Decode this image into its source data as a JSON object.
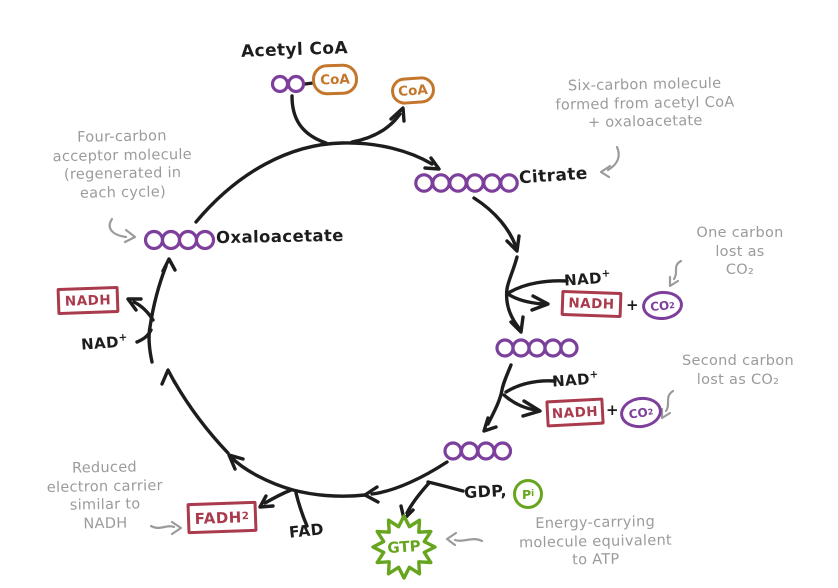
{
  "labels": {
    "acetyl_coa": "Acetyl CoA",
    "citrate": "Citrate",
    "oxaloacetate": "Oxaloacetate",
    "coa": "CoA",
    "fad": "FAD",
    "gdp": "GDP,",
    "gtp": "GTP",
    "nadh": "NADH",
    "plus": "+",
    "nad_plus": {
      "base": "NAD",
      "sup": "+"
    },
    "co2": {
      "base": "CO",
      "sub": "2"
    },
    "fadh2": {
      "base": "FADH",
      "sub": "2"
    },
    "pi": {
      "base": "P",
      "sub": "i"
    }
  },
  "annotations": {
    "six_carbon": [
      "Six-carbon molecule",
      "formed from acetyl CoA",
      "+ oxaloacetate"
    ],
    "four_carbon": [
      "Four-carbon",
      "acceptor molecule",
      "(regenerated in",
      "each cycle)"
    ],
    "one_carbon": [
      "One carbon",
      "lost as",
      "CO₂"
    ],
    "second_carbon": [
      "Second carbon",
      "lost as CO₂"
    ],
    "energy": [
      "Energy-carrying",
      "molecule equivalent",
      "to ATP"
    ],
    "reduced": [
      "Reduced",
      "electron carrier",
      "similar to",
      "NADH"
    ]
  },
  "molecules": {
    "acetyl": {
      "carbons": 2
    },
    "citrate": {
      "carbons": 6
    },
    "five_carbon": {
      "carbons": 5
    },
    "four_carbon": {
      "carbons": 4
    },
    "oxaloacetate": {
      "carbons": 4
    }
  },
  "colors": {
    "ink": "#1d1d1d",
    "purple": "#7c3f9c",
    "maroon": "#a93b4d",
    "orange": "#c4772c",
    "green": "#67a51f",
    "gray": "#9b9b9b"
  }
}
